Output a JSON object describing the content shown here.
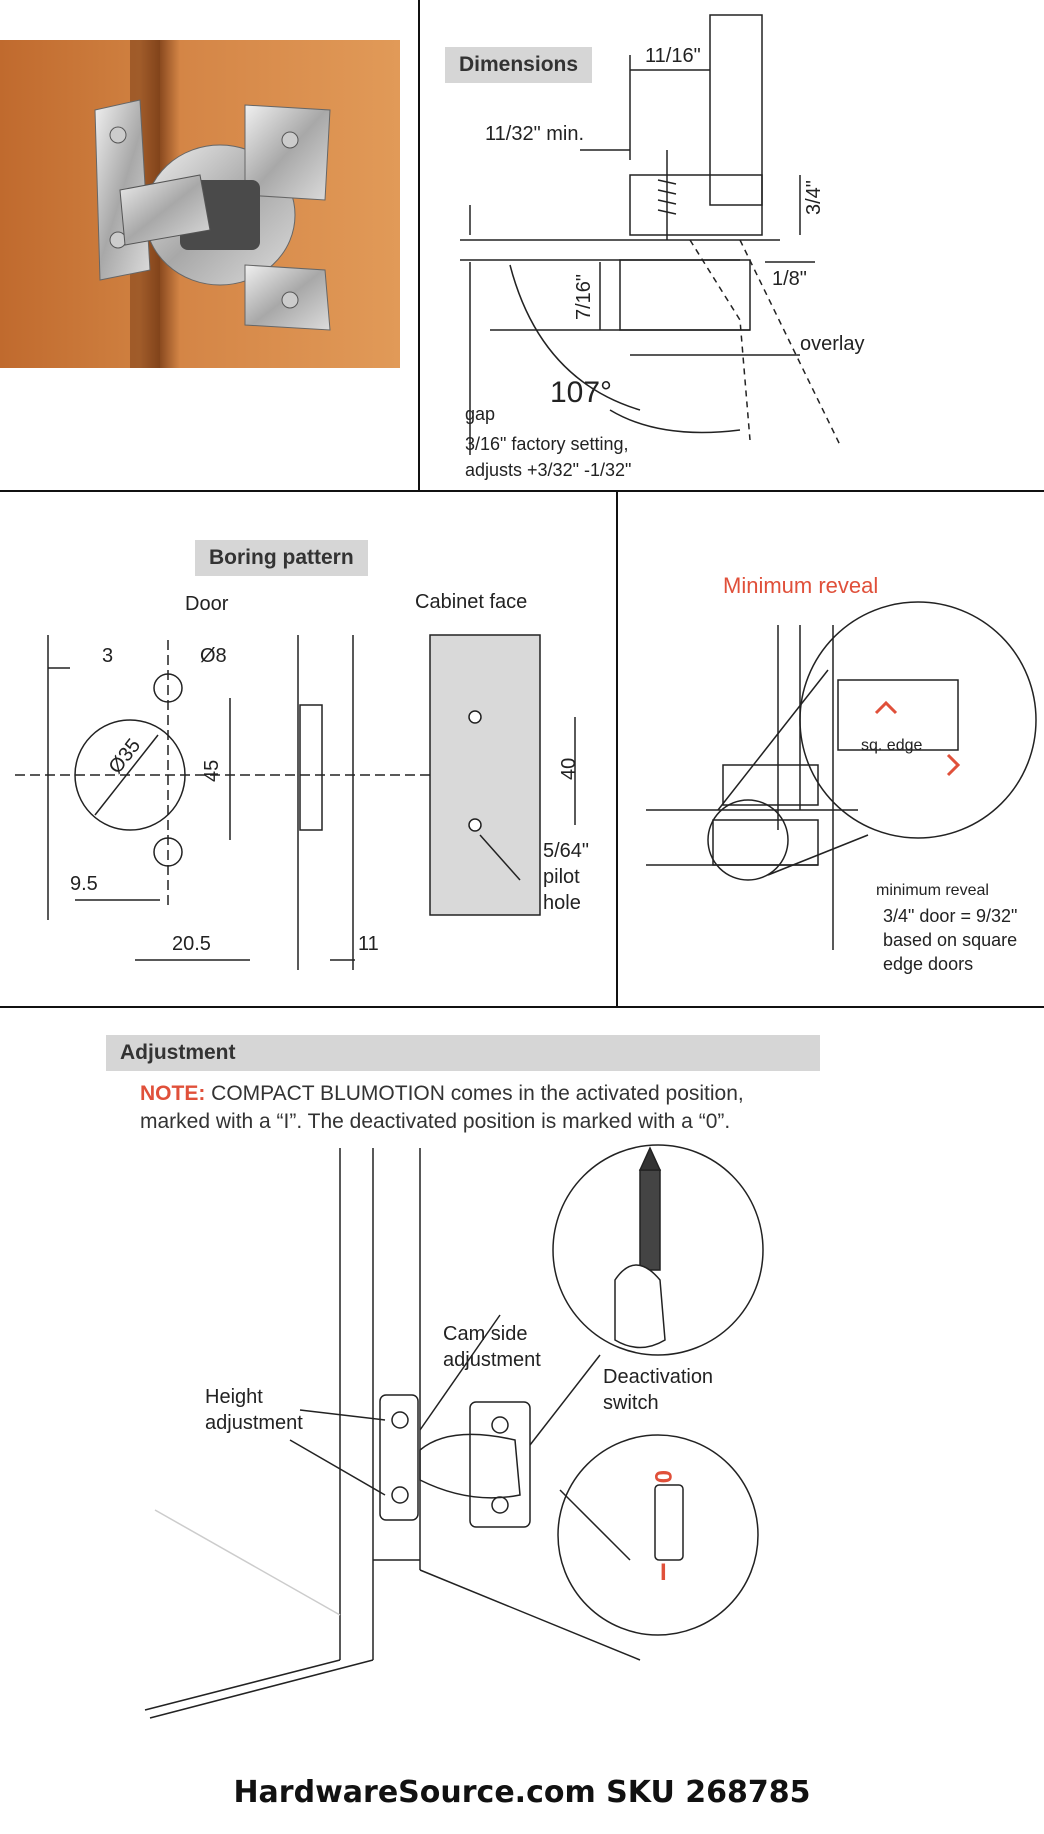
{
  "dimensions": {
    "title": "Dimensions",
    "label_11_16": "11/16\"",
    "label_11_32": "11/32\" min.",
    "label_3_4": "3/4\"",
    "label_7_16": "7/16\"",
    "label_1_8": "1/8\"",
    "label_overlay": "overlay",
    "label_angle": "107°",
    "gap_label": "gap",
    "gap_line1": "3/16\" factory setting,",
    "gap_line2": "adjusts +3/32\" -1/32\""
  },
  "boring": {
    "title": "Boring pattern",
    "door_label": "Door",
    "cabinet_label": "Cabinet face",
    "d3": "3",
    "d8": "Ø8",
    "d35": "Ø35",
    "d45": "45",
    "d9_5": "9.5",
    "d20_5": "20.5",
    "d11": "11",
    "d40": "40",
    "pilot1": "5/64\"",
    "pilot2": "pilot",
    "pilot3": "hole"
  },
  "reveal": {
    "title": "Minimum reveal",
    "sq_edge": "sq. edge",
    "min_reveal": "minimum reveal",
    "line1": "3/4\" door = 9/32\"",
    "line2": "based on square",
    "line3": "edge doors"
  },
  "adjustment": {
    "title": "Adjustment",
    "note_prefix": "NOTE:",
    "note_text1": " COMPACT BLUMOTION comes in the activated position,",
    "note_text2": "marked with a “I”. The deactivated position is marked with a “0”.",
    "cam1": "Cam side",
    "cam2": "adjustment",
    "height1": "Height",
    "height2": "adjustment",
    "deact1": "Deactivation",
    "deact2": "switch",
    "mark_zero": "0",
    "mark_one": "I"
  },
  "footer": "HardwareSource.com SKU 268785",
  "colors": {
    "accent_red": "#e0503a",
    "header_gray": "#d6d6d6",
    "wood": "#c8753a"
  }
}
